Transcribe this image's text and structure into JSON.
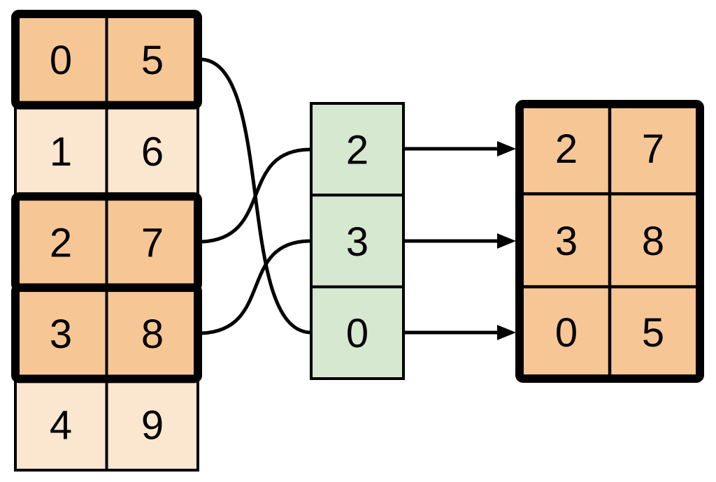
{
  "colors": {
    "highlight_fill": "#f6c795",
    "plain_fill": "#fbe6cf",
    "index_fill": "#d6e8d0"
  },
  "source_table": {
    "rows": [
      {
        "left": "0",
        "right": "5",
        "highlighted": true
      },
      {
        "left": "1",
        "right": "6",
        "highlighted": false
      },
      {
        "left": "2",
        "right": "7",
        "highlighted": true
      },
      {
        "left": "3",
        "right": "8",
        "highlighted": true
      },
      {
        "left": "4",
        "right": "9",
        "highlighted": false
      }
    ]
  },
  "index_column": {
    "values": [
      "2",
      "3",
      "0"
    ]
  },
  "output_table": {
    "rows": [
      {
        "left": "2",
        "right": "7"
      },
      {
        "left": "3",
        "right": "8"
      },
      {
        "left": "0",
        "right": "5"
      }
    ]
  }
}
